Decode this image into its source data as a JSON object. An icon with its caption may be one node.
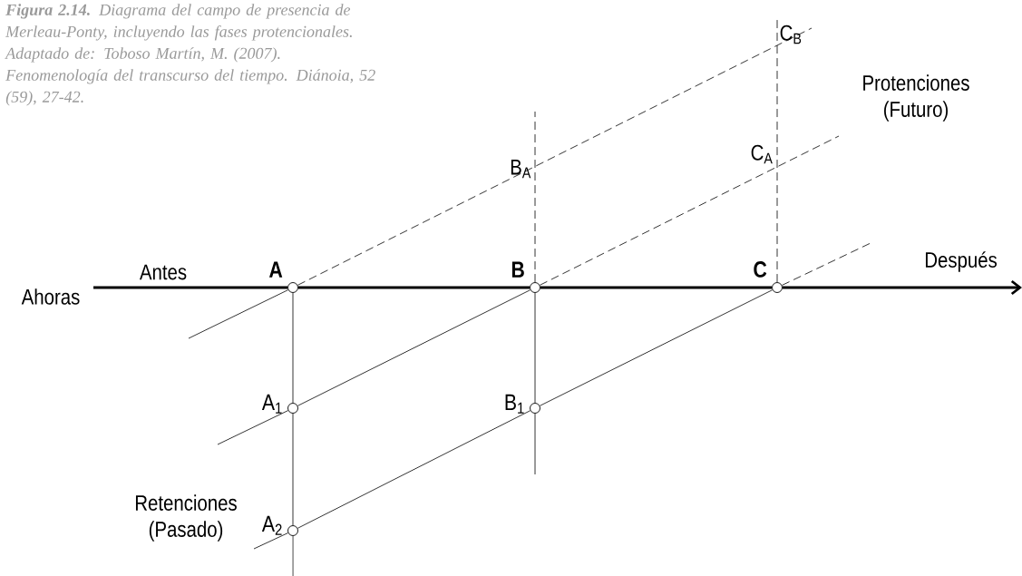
{
  "diagram": {
    "caption": "**Figura 2.14.** Diagrama del campo de presencia de Merleau-Ponty, incluyendo las fases protencionales. Adaptado de: Toboso Martín, M. (2007). Fenomenología del transcurso del tiempo. Diánoia, 52 (59), 27-42.",
    "nodes": [
      {
        "text": [],
        "shape": "circle",
        "beside": [
          "A"
        ]
      },
      {
        "text": [],
        "shape": "circle",
        "beside": [
          "B"
        ]
      },
      {
        "text": [],
        "shape": "circle",
        "beside": [
          "C"
        ]
      },
      {
        "text": [],
        "shape": "circle",
        "beside": [
          "A$_{1}$"
        ]
      },
      {
        "text": [],
        "shape": "circle",
        "beside": [
          "B$_{1}$"
        ]
      },
      {
        "text": [],
        "shape": "circle",
        "beside": [
          "A$_{2}$"
        ]
      }
    ],
    "edges": [
      {
        "from": null,
        "to": 0,
        "arrow": "none",
        "style": "thick"
      },
      {
        "from": 0,
        "to": 1,
        "arrow": "none",
        "style": "thick"
      },
      {
        "from": 1,
        "to": 2,
        "arrow": "none",
        "style": "thick"
      },
      {
        "from": 2,
        "to": null,
        "arrow": "to",
        "style": "thick"
      },
      {
        "from": 0,
        "to": 3,
        "arrow": "none"
      },
      {
        "from": 3,
        "to": 5,
        "arrow": "none"
      },
      {
        "from": 5,
        "to": null,
        "arrow": "none"
      },
      {
        "from": 1,
        "to": 4,
        "arrow": "none"
      },
      {
        "from": 4,
        "to": null,
        "arrow": "none"
      },
      {
        "from": null,
        "to": 0,
        "arrow": "none"
      },
      {
        "from": null,
        "to": 3,
        "arrow": "none"
      },
      {
        "from": null,
        "to": 5,
        "arrow": "none"
      },
      {
        "from": 3,
        "to": 1,
        "arrow": "none"
      },
      {
        "from": 5,
        "to": 4,
        "arrow": "none"
      },
      {
        "from": 4,
        "to": 2,
        "arrow": "none"
      },
      {
        "from": 0,
        "to": null,
        "arrow": "none",
        "style": "dashed"
      },
      {
        "from": 1,
        "to": null,
        "arrow": "none",
        "style": "dashed"
      },
      {
        "from": 2,
        "to": null,
        "arrow": "none",
        "style": "dashed"
      },
      {
        "from": 1,
        "to": null,
        "arrow": "none",
        "style": "dashed"
      },
      {
        "from": 2,
        "to": null,
        "arrow": "none",
        "style": "dashed"
      }
    ],
    "labels": [
      "C$_{B}$",
      "Protenciones (Futuro)",
      "B$_{A}$",
      "C$_{A}$",
      "Ahoras",
      "Antes",
      "Después",
      "Retenciones (Pasado)"
    ]
  }
}
